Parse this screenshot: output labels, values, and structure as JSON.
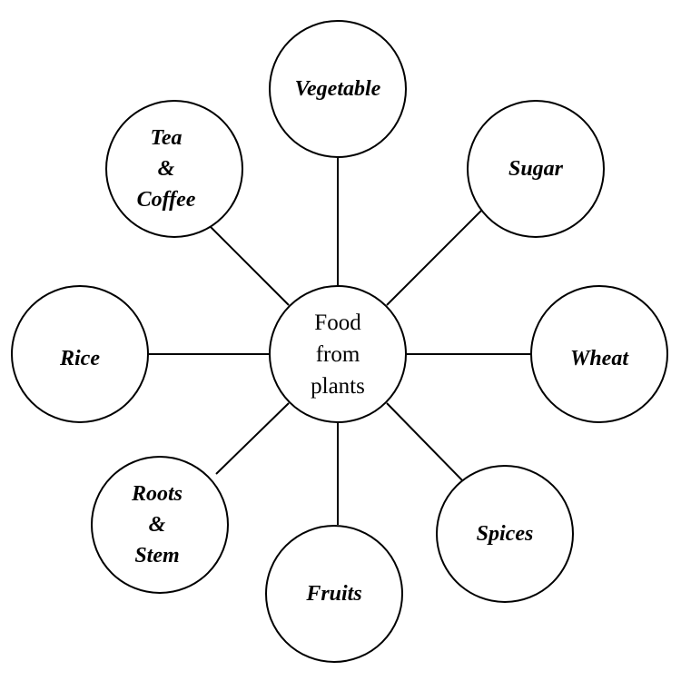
{
  "diagram": {
    "center": {
      "label": "Food\nfrom\nplants"
    },
    "nodes": {
      "vegetable": {
        "label": "Vegetable"
      },
      "sugar": {
        "label": "Sugar"
      },
      "tea_coffee": {
        "label": "Tea\n&\nCoffee"
      },
      "rice": {
        "label": "Rice"
      },
      "wheat": {
        "label": "Wheat"
      },
      "roots_stem": {
        "label": "Roots\n&\nStem"
      },
      "spices": {
        "label": "Spices"
      },
      "fruits": {
        "label": "Fruits"
      }
    }
  }
}
